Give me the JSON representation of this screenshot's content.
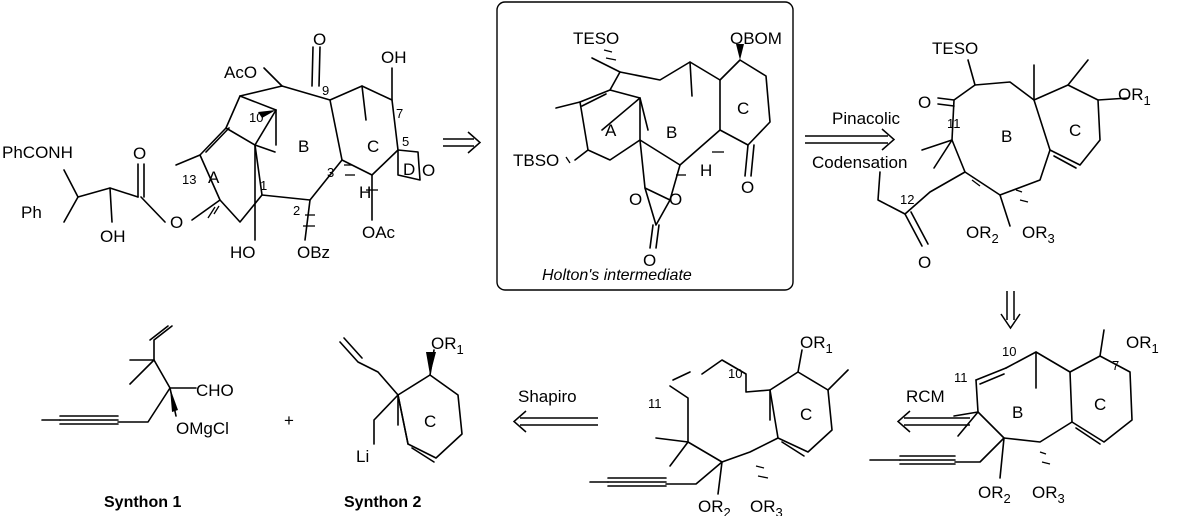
{
  "taxol": {
    "groups": {
      "aco": "AcO",
      "oh_top": "OH",
      "keto_o": "O",
      "phconh": "PhCONH",
      "ph": "Ph",
      "oh_side": "OH",
      "ester_o": "O",
      "o13": "O",
      "ho": "HO",
      "obz": "OBz",
      "oac": "OAc",
      "h3": "H",
      "oxetane_o": "O"
    },
    "rings": {
      "a": "A",
      "b": "B",
      "c": "C",
      "d": "D"
    },
    "numbers": {
      "n10": "10",
      "n9": "9",
      "n7": "7",
      "n13": "13",
      "n1": "1",
      "n3": "3",
      "n2": "2",
      "n5": "5"
    }
  },
  "holton": {
    "groups": {
      "teso": "TESO",
      "obom": "OBOM",
      "tbso": "TBSO",
      "o_left": "O",
      "o_right": "O",
      "o_carb": "O",
      "h": "H",
      "o_ketone": "O"
    },
    "rings": {
      "a": "A",
      "b": "B",
      "c": "C"
    },
    "caption": "Holton's intermediate"
  },
  "pinacol_product": {
    "groups": {
      "teso": "TESO",
      "or1": "OR",
      "or1_sub": "1",
      "o11": "O",
      "or2": "OR",
      "or2_sub": "2",
      "or3": "OR",
      "or3_sub": "3",
      "o12": "O"
    },
    "rings": {
      "b": "B",
      "c": "C"
    },
    "numbers": {
      "n11": "11",
      "n12": "12"
    }
  },
  "rcm_substrate": {
    "groups": {
      "or1": "OR",
      "or1_sub": "1",
      "or2": "OR",
      "or2_sub": "2",
      "or3": "OR",
      "or3_sub": "3"
    },
    "rings": {
      "b": "B",
      "c": "C"
    },
    "numbers": {
      "n10": "10",
      "n11": "11",
      "n7": "7"
    }
  },
  "diene": {
    "groups": {
      "or1": "OR",
      "or1_sub": "1",
      "or2": "OR",
      "or2_sub": "2",
      "or3": "OR",
      "or3_sub": "3"
    },
    "rings": {
      "c": "C"
    },
    "numbers": {
      "n10": "10",
      "n11": "11"
    }
  },
  "synthon1": {
    "cho": "CHO",
    "omgcl": "OMgCl",
    "label": "Synthon 1"
  },
  "synthon2": {
    "or1": "OR",
    "or1_sub": "1",
    "li": "Li",
    "ring_c": "C",
    "label": "Synthon 2"
  },
  "plus": "+",
  "reactions": {
    "pinacolic_line1": "Pinacolic",
    "pinacolic_line2": "Codensation",
    "rcm": "RCM",
    "shapiro": "Shapiro"
  }
}
